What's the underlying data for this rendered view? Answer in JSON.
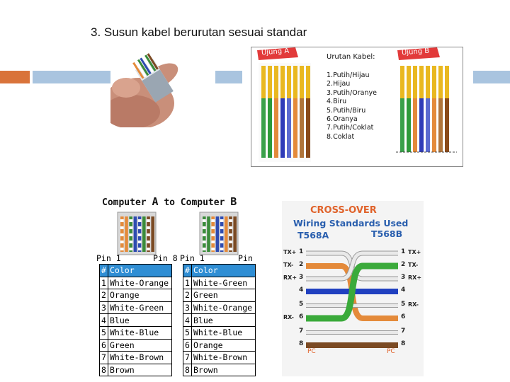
{
  "slide": {
    "title": "3.  Susun kabel berurutan sesuai standar",
    "colors": {
      "accent_orange": "#d9733a",
      "accent_blue": "#a9c4df"
    }
  },
  "top_diagram": {
    "ujung_a": "Ujung A",
    "ujung_b": "Ujung B",
    "urutan_title": "Urutan Kabel:",
    "urutan_items": [
      "1.Putih/Hijau",
      "2.Hijau",
      "3.Putih/Oranye",
      "4.Biru",
      "5.Putih/Biru",
      "6.Oranya",
      "7.Putih/Coklat",
      "8.Coklat"
    ]
  },
  "computer_diagram": {
    "title_a": "Computer",
    "title_letter_a": "A",
    "title_to": "to",
    "title_b": "Computer",
    "title_letter_b": "B",
    "pin1": "Pin 1",
    "pin8": "Pin 8",
    "header_hash": "#",
    "header_color": "Color",
    "left_rows": [
      {
        "n": "1",
        "c": "White-Orange"
      },
      {
        "n": "2",
        "c": "Orange"
      },
      {
        "n": "3",
        "c": "White-Green"
      },
      {
        "n": "4",
        "c": "Blue"
      },
      {
        "n": "5",
        "c": "White-Blue"
      },
      {
        "n": "6",
        "c": "Green"
      },
      {
        "n": "7",
        "c": "White-Brown"
      },
      {
        "n": "8",
        "c": "Brown"
      }
    ],
    "right_rows": [
      {
        "n": "1",
        "c": "White-Green"
      },
      {
        "n": "2",
        "c": "Green"
      },
      {
        "n": "3",
        "c": "White-Orange"
      },
      {
        "n": "4",
        "c": "Blue"
      },
      {
        "n": "5",
        "c": "White-Blue"
      },
      {
        "n": "6",
        "c": "Orange"
      },
      {
        "n": "7",
        "c": "White-Brown"
      },
      {
        "n": "8",
        "c": "Brown"
      }
    ]
  },
  "crossover": {
    "title": "CROSS-OVER",
    "subtitle": "Wiring Standards Used",
    "std_a": "T568A",
    "std_b": "T568B",
    "left_labels": [
      "TX+",
      "TX-",
      "RX+",
      "",
      "",
      "RX-",
      "",
      ""
    ],
    "right_labels": [
      "TX+",
      "TX-",
      "RX+",
      "",
      "RX-",
      "",
      "",
      ""
    ],
    "numbers": [
      "1",
      "2",
      "3",
      "4",
      "5",
      "6",
      "7",
      "8"
    ],
    "pc_left": "PC",
    "pc_right": "PC"
  }
}
